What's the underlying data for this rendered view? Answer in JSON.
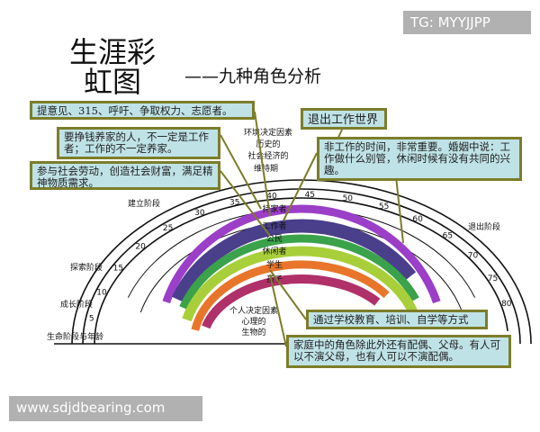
{
  "title": "生涯彩虹图",
  "subtitle": "——九种角色分析",
  "watermarks": {
    "top": "TG: MYYJJPP",
    "bottom": "www.sdjdbearing.com"
  },
  "callouts": [
    "提意见、315、呼吁、争取权力、志愿者。",
    "要挣钱养家的人，不一定是工作者；工作的不一定养家。",
    "参与社会劳动，创造社会财富，满足精神物质需求。",
    "退出工作世界",
    "非工作的时间，非常重要。婚姻中说：工作做什么别管，休闲时候有没有共同的兴趣。",
    "通过学校教育、培训、自学等方式",
    "家庭中的角色除此外还有配偶、父母。有人可以不演父母，也有人可以不演配偶。"
  ],
  "diagram": {
    "env_factors": [
      "环境决定因素",
      "历史的",
      "社会经济的"
    ],
    "personal_factors": [
      "个人决定因素",
      "心理的",
      "生物的"
    ],
    "stages": [
      "生命阶段与年龄",
      "成长阶段",
      "探索阶段",
      "建立阶段",
      "维持期",
      "退出阶段"
    ],
    "ages": [
      5,
      10,
      15,
      20,
      25,
      30,
      35,
      40,
      45,
      50,
      55,
      60,
      65,
      70,
      75,
      80
    ],
    "roles": [
      {
        "name": "持家者",
        "color": "#9b3fc8"
      },
      {
        "name": "工作者",
        "color": "#4a3f8a"
      },
      {
        "name": "公民",
        "color": "#3aa24a"
      },
      {
        "name": "休闲者",
        "color": "#a8cf3a"
      },
      {
        "name": "学生",
        "color": "#e8752a"
      },
      {
        "name": "孩子",
        "color": "#b0306a"
      }
    ],
    "leader_color": "#7c7d2a"
  }
}
